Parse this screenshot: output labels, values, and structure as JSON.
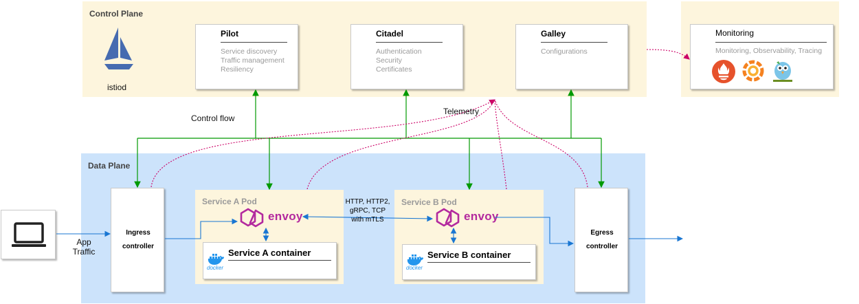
{
  "control_plane": {
    "title": "Control Plane",
    "istiod_label": "istiod",
    "pilot": {
      "title": "Pilot",
      "lines": [
        "Service discovery",
        "Traffic management",
        "Resiliency"
      ]
    },
    "citadel": {
      "title": "Citadel",
      "lines": [
        "Authentication",
        "Security",
        "Certificates"
      ]
    },
    "galley": {
      "title": "Galley",
      "lines": [
        "Configurations"
      ]
    }
  },
  "monitoring": {
    "title": "Monitoring",
    "subtitle": "Monitoring, Observability, Tracing"
  },
  "labels": {
    "control_flow": "Control flow",
    "telemetry": "Telemetry",
    "app_traffic": [
      "App",
      "Traffic"
    ],
    "protocols": [
      "HTTP, HTTP2,",
      "gRPC, TCP",
      "with mTLS"
    ]
  },
  "data_plane": {
    "title": "Data Plane",
    "ingress": [
      "Ingress",
      "controller"
    ],
    "egress": [
      "Egress",
      "controller"
    ],
    "service_a_pod": "Service A Pod",
    "service_b_pod": "Service B Pod",
    "service_a_container": "Service A container",
    "service_b_container": "Service B container",
    "envoy": "envoy",
    "docker": "docker"
  },
  "colors": {
    "control_flow": "#009900",
    "telemetry": "#cc0066",
    "traffic": "#1976d2",
    "envoy": "#b3299e",
    "docker": "#2496ed",
    "istio": "#466bb0"
  }
}
